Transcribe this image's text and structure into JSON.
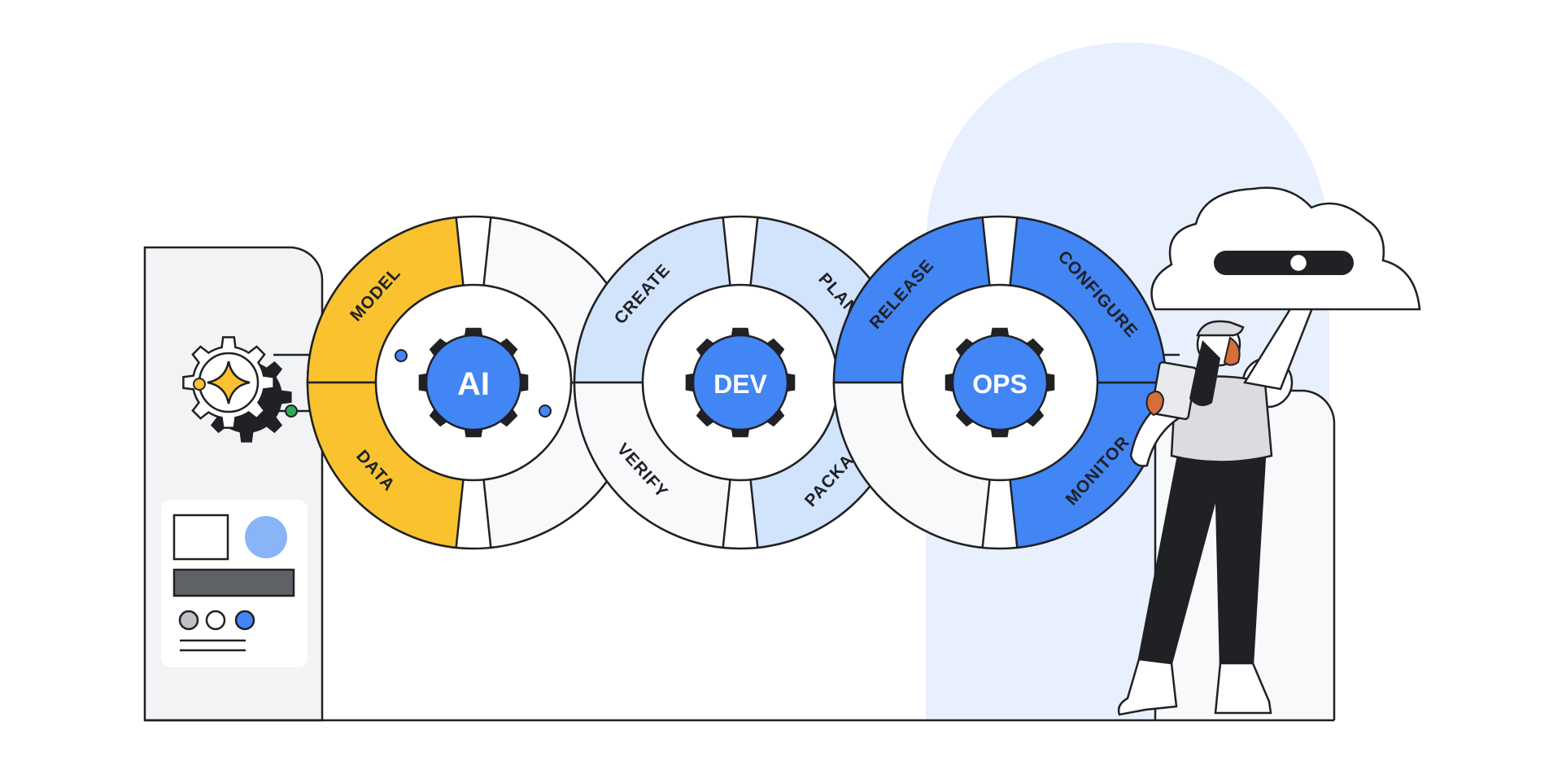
{
  "diagram": {
    "loops": [
      {
        "hub": "AI",
        "top_left": "MODEL",
        "bottom_left": "DATA",
        "top_right": "",
        "bottom_right": ""
      },
      {
        "hub": "DEV",
        "top_left": "CREATE",
        "bottom_left": "VERIFY",
        "top_right": "PLAN",
        "bottom_right": "PACKAGE"
      },
      {
        "hub": "OPS",
        "top_left": "RELEASE",
        "bottom_left": "",
        "top_right": "CONFIGURE",
        "bottom_right": "MONITOR"
      }
    ]
  },
  "icons": {
    "left_gear": "gear-sparkle-icon",
    "cloud": "cloud-icon",
    "person": "person-illustration"
  },
  "colors": {
    "yellow": "#F9C22E",
    "light_blue": "#D2E3FC",
    "blue": "#4285F4",
    "light_gray": "#F1F3F4",
    "outline": "#202124",
    "pale_blue": "#E8F0FE",
    "mid_blue": "#8AB4F8",
    "green": "#34A853",
    "skin": "#D56E3A"
  }
}
